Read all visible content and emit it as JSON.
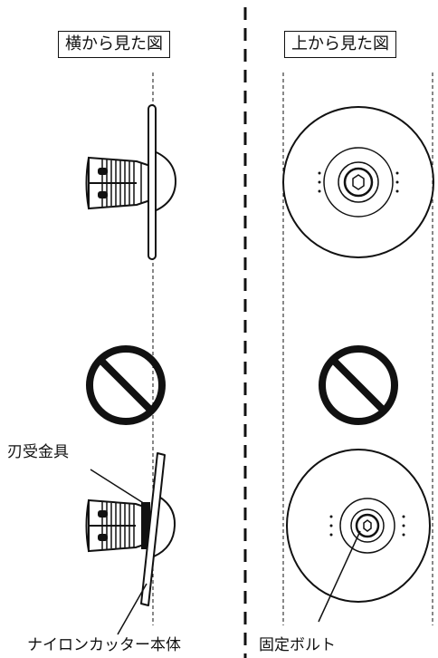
{
  "labels": {
    "side_view": "横から見た図",
    "top_view": "上から見た図",
    "blade_fitting": "刃受金具",
    "nylon_cutter_body": "ナイロンカッター本体",
    "fixing_bolt": "固定ボルト"
  },
  "icons": {
    "prohibited_left": "prohibition-icon",
    "prohibited_right": "prohibition-icon"
  },
  "colors": {
    "line": "#111111",
    "background": "#ffffff"
  }
}
